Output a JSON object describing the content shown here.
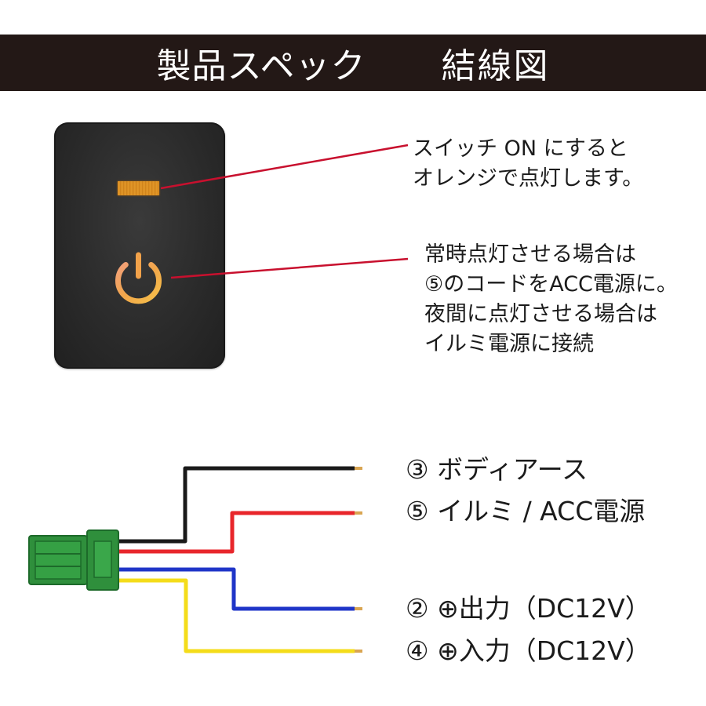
{
  "header": {
    "left_title": "製品スペック",
    "right_title": "結線図"
  },
  "callouts": {
    "switch_on": [
      "スイッチ ON にすると",
      "オレンジで点灯します。"
    ],
    "light_mode": [
      "常時点灯させる場合は",
      "⑤のコードをACC電源に。",
      "夜間に点灯させる場合は",
      "イルミ電源に接続"
    ]
  },
  "wires": [
    {
      "label": "③ ボディアース",
      "color": "#1a1a1a"
    },
    {
      "label": "⑤ イルミ / ACC電源",
      "color": "#e8262b"
    },
    {
      "label": "② ⊕出力（DC12V）",
      "color": "#1f35c8"
    },
    {
      "label": "④ ⊕入力（DC12V）",
      "color": "#f4dc1a"
    }
  ],
  "colors": {
    "banner_bg": "#231816",
    "switch_body": "#2b2b2b",
    "indicator": "#e39a2a",
    "pointer_line": "#c8102e",
    "connector": "#2f8f3c"
  },
  "icons": {
    "power": "power-icon",
    "indicator": "indicator-led"
  }
}
